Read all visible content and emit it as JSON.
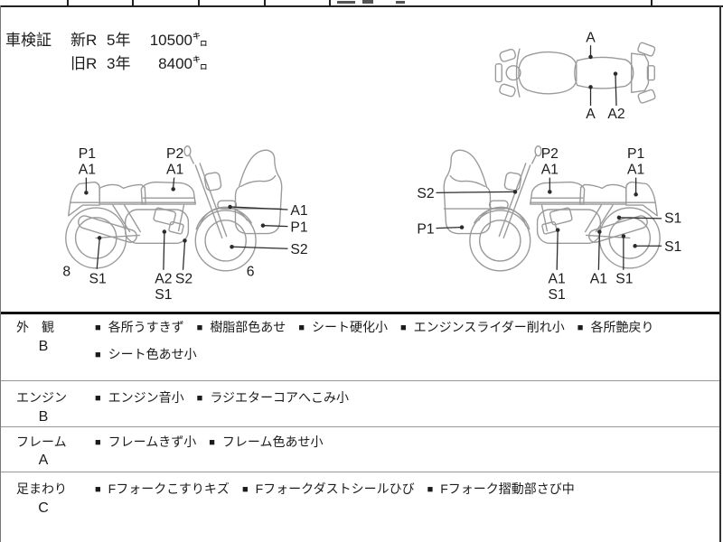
{
  "colors": {
    "background": "#ffffff",
    "ink": "#1b1b1b",
    "bike_outline": "#9a9a9a",
    "table_border": "#111111",
    "row_divider": "#999999"
  },
  "shaken": {
    "label": "車検証",
    "rows": [
      {
        "era": "新R",
        "year": "5年",
        "distance": "10500㌔"
      },
      {
        "era": "旧R",
        "year": "3年",
        "distance": "8400㌔"
      }
    ]
  },
  "diagram": {
    "top_view": {
      "labels": {
        "top_a": "A",
        "bottom_a": "A",
        "bottom_a2": "A2"
      }
    },
    "left_view": {
      "labels": {
        "tail_p1": "P1",
        "tail_a1": "A1",
        "tank_p2": "P2",
        "tank_a1": "A1",
        "front_a1": "A1",
        "front_p1": "P1",
        "front_s2": "S2",
        "rear_num": "8",
        "muffler_s1": "S1",
        "engine_a2": "A2",
        "engine_s2": "S2",
        "engine_s1": "S1",
        "front_num": "6"
      }
    },
    "right_view": {
      "labels": {
        "front_s2": "S2",
        "front_p1": "P1",
        "tank_p2": "P2",
        "tank_a1": "A1",
        "tail_p1": "P1",
        "tail_a1": "A1",
        "shock_s1": "S1",
        "wheel_s1": "S1",
        "engine_a1": "A1",
        "engine_s1": "S1",
        "frame_a1": "A1",
        "muffler_s1": "S1"
      }
    }
  },
  "condition": {
    "marker": "■",
    "rows": [
      {
        "part": "外　観",
        "grade": "B",
        "items": [
          "各所うすきず",
          "樹脂部色あせ",
          "シート硬化小",
          "エンジンスライダー削れ小",
          "各所艶戻り",
          "シート色あせ小"
        ]
      },
      {
        "part": "エンジン",
        "grade": "B",
        "items": [
          "エンジン音小",
          "ラジエターコアへこみ小"
        ]
      },
      {
        "part": "フレーム",
        "grade": "A",
        "items": [
          "フレームきず小",
          "フレーム色あせ小"
        ]
      },
      {
        "part": "足まわり",
        "grade": "C",
        "items": [
          "Fフォークこすりキズ",
          "Fフォークダストシールひび",
          "Fフォーク摺動部さび中"
        ]
      }
    ]
  }
}
